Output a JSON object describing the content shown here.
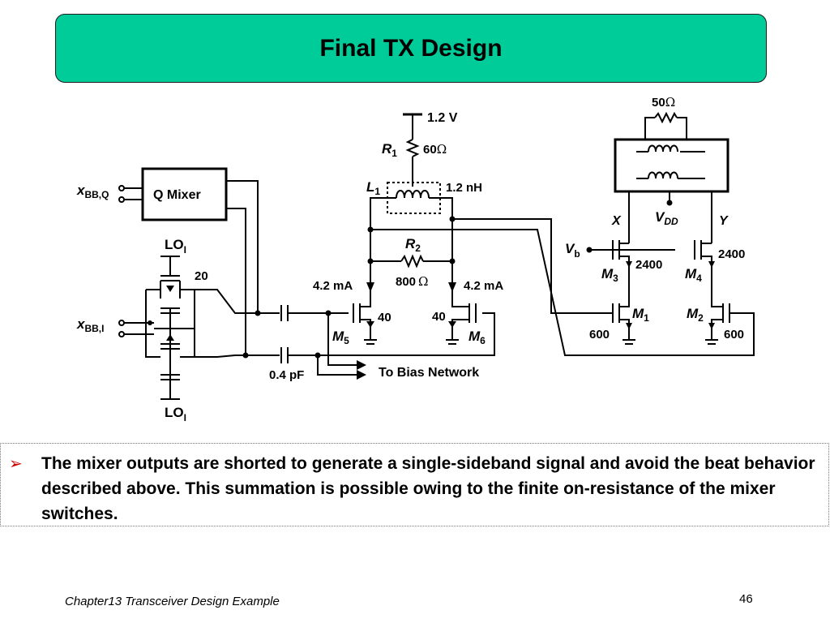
{
  "slide": {
    "title": "Final TX Design",
    "bullet": "The mixer outputs are shorted to generate a single-sideband signal and avoid the beat behavior described above. This summation is possible owing to the finite on-resistance of the mixer switches.",
    "footer": "Chapter13 Transceiver Design Example",
    "page_number": "46",
    "accent_color": "#00cc99",
    "bullet_color": "#cc0000"
  },
  "diagram": {
    "q_mixer": "Q Mixer",
    "x_bbq": "x",
    "x_bbq_sub": "BB,Q",
    "x_bbi": "x",
    "x_bbi_sub": "BB,I",
    "lo_top": "LO",
    "lo_top_sub": "I",
    "lo_bottom": "LO",
    "lo_bottom_sub": "I",
    "switch_size": "20",
    "cap": "0.4 pF",
    "bias_network": "To Bias Network",
    "vsupply": "1.2 V",
    "r1": "R",
    "r1_sub": "1",
    "r1_value": "60",
    "l1": "L",
    "l1_sub": "1",
    "l1_value": "1.2 nH",
    "r2": "R",
    "r2_sub": "2",
    "r2_value": "800",
    "i_left": "4.2 mA",
    "i_right": "4.2 mA",
    "m5": "M",
    "m5_sub": "5",
    "m5_size": "40",
    "m6": "M",
    "m6_sub": "6",
    "m6_size": "40",
    "r_load": "50",
    "ohm": "Ω",
    "node_x": "X",
    "node_y": "Y",
    "vdd": "V",
    "vdd_sub": "DD",
    "vb": "V",
    "vb_sub": "b",
    "m3": "M",
    "m3_sub": "3",
    "m3_size": "2400",
    "m4": "M",
    "m4_sub": "4",
    "m4_size": "2400",
    "m1": "M",
    "m1_sub": "1",
    "m1_size": "600",
    "m2": "M",
    "m2_sub": "2",
    "m2_size": "600"
  }
}
